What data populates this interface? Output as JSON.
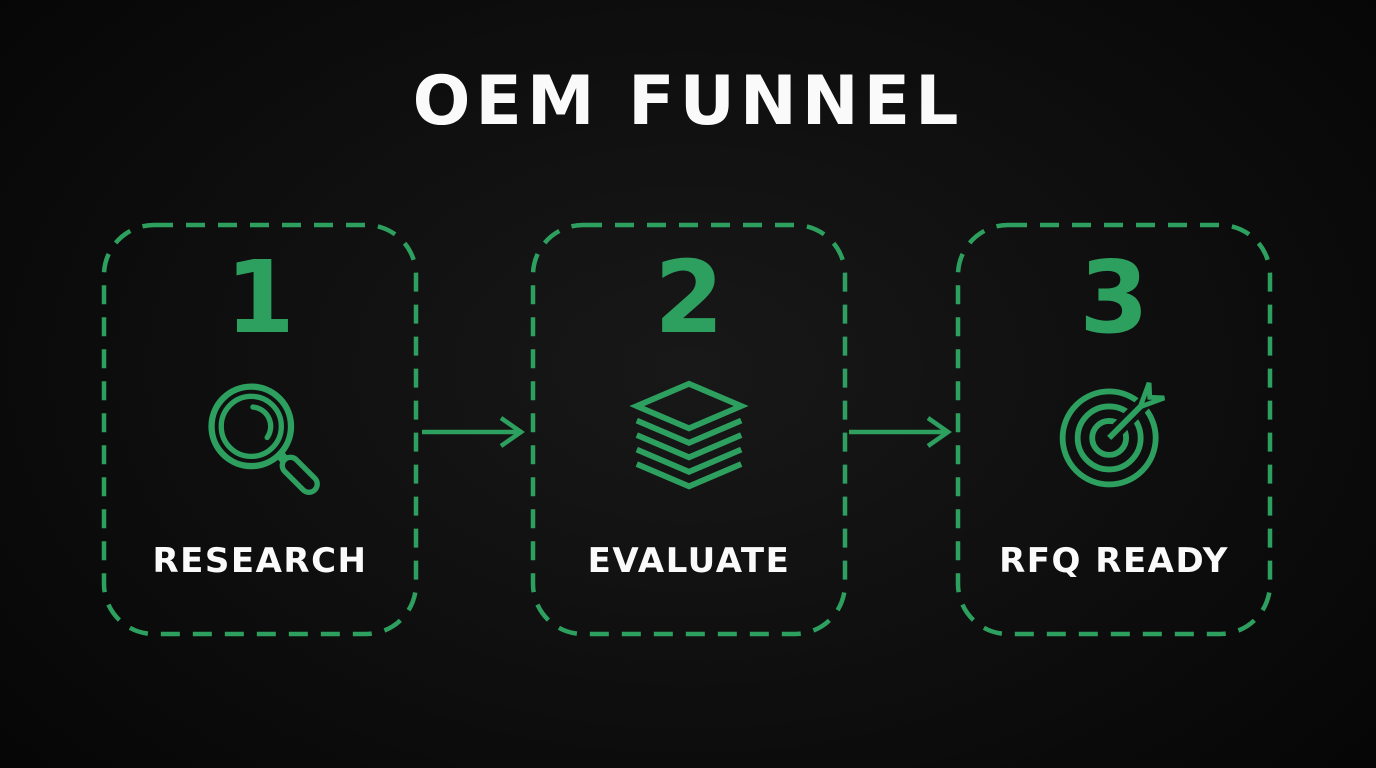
{
  "title": "OEM FUNNEL",
  "colors": {
    "accent_green": "#2da05f",
    "background": "#0d0d0d",
    "text_white": "#fafafa"
  },
  "steps": [
    {
      "number": "1",
      "label": "RESEARCH",
      "icon": "magnifier-search-icon"
    },
    {
      "number": "2",
      "label": "EVALUATE",
      "icon": "layers-stack-icon"
    },
    {
      "number": "3",
      "label": "RFQ READY",
      "icon": "target-dart-icon"
    }
  ],
  "connectors": [
    {
      "type": "arrow-right",
      "from": "RESEARCH",
      "to": "EVALUATE"
    },
    {
      "type": "arrow-right",
      "from": "EVALUATE",
      "to": "RFQ READY"
    }
  ]
}
